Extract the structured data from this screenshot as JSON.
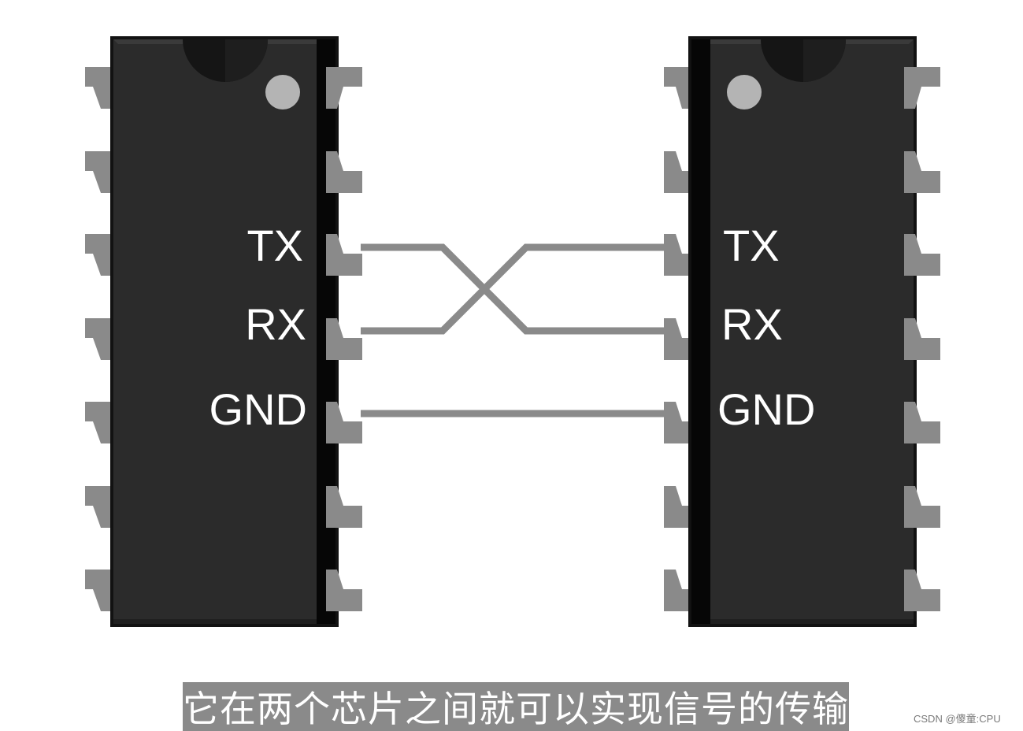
{
  "chips": [
    {
      "id": "left",
      "pin_labels": [
        "TX",
        "RX",
        "GND"
      ]
    },
    {
      "id": "right",
      "pin_labels": [
        "TX",
        "RX",
        "GND"
      ]
    }
  ],
  "connections": [
    {
      "from": "left.TX",
      "to": "right.RX"
    },
    {
      "from": "left.RX",
      "to": "right.TX"
    },
    {
      "from": "left.GND",
      "to": "right.GND"
    }
  ],
  "caption": "它在两个芯片之间就可以实现信号的传输",
  "watermark": "CSDN @傻童:CPU",
  "colors": {
    "chip_body": "#2a2a2a",
    "chip_edge": "#121212",
    "pin": "#8a8a8a",
    "wire": "#8a8a8a",
    "pin1_dot": "#b4b4b4",
    "label": "#ffffff"
  }
}
